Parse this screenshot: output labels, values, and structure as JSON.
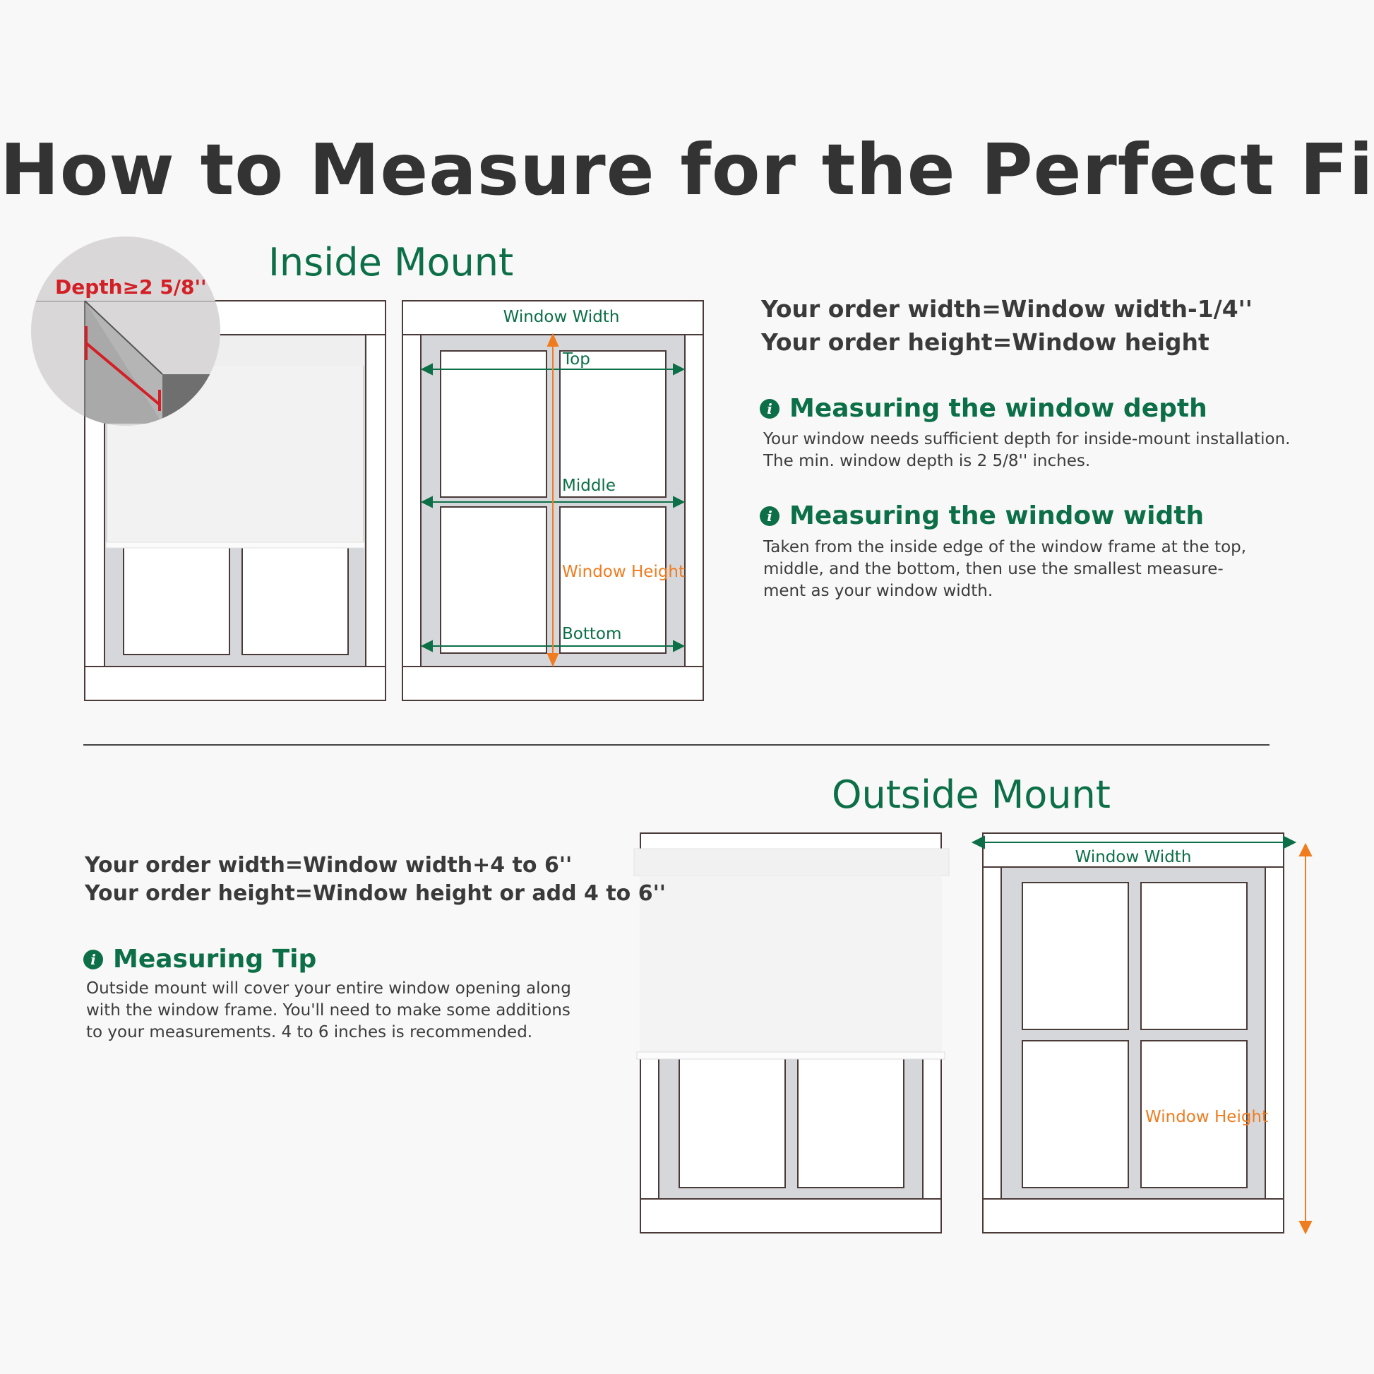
{
  "page": {
    "title": "How to Measure for the Perfect Fit"
  },
  "inside_mount": {
    "heading": "Inside Mount",
    "depth_label": "Depth≥2 5/8''",
    "diagram_labels": {
      "window_width": "Window Width",
      "top": "Top",
      "middle": "Middle",
      "window_height": "Window Height",
      "bottom": "Bottom"
    },
    "order_width": "Your order width=Window width-1/4''",
    "order_height": "Your order height=Window height",
    "sections": [
      {
        "title": "Measuring the window depth",
        "lines": [
          "Your window needs sufficient depth for inside-mount installation.",
          "The min. window depth is 2 5/8'' inches."
        ]
      },
      {
        "title": "Measuring the window width",
        "lines": [
          "Taken from the inside edge of the window frame at the top,",
          "middle, and the bottom, then use the smallest measure-",
          "ment as your window width."
        ]
      }
    ]
  },
  "outside_mount": {
    "heading": "Outside Mount",
    "diagram_labels": {
      "window_width": "Window Width",
      "window_height": "Window Height"
    },
    "order_width": "Your order width=Window width+4 to 6''",
    "order_height": "Your order height=Window height or add 4 to 6''",
    "tip": {
      "title": "Measuring Tip",
      "lines": [
        "Outside mount will cover your entire window opening along",
        "with the window frame. You'll need to make some additions",
        "to your measurements. 4 to 6 inches is recommended."
      ]
    }
  },
  "colors": {
    "green": "#0c6f47",
    "orange": "#f07c20",
    "red": "#d31f26",
    "dark_text": "#333333"
  },
  "icons": [
    "info-icon"
  ]
}
